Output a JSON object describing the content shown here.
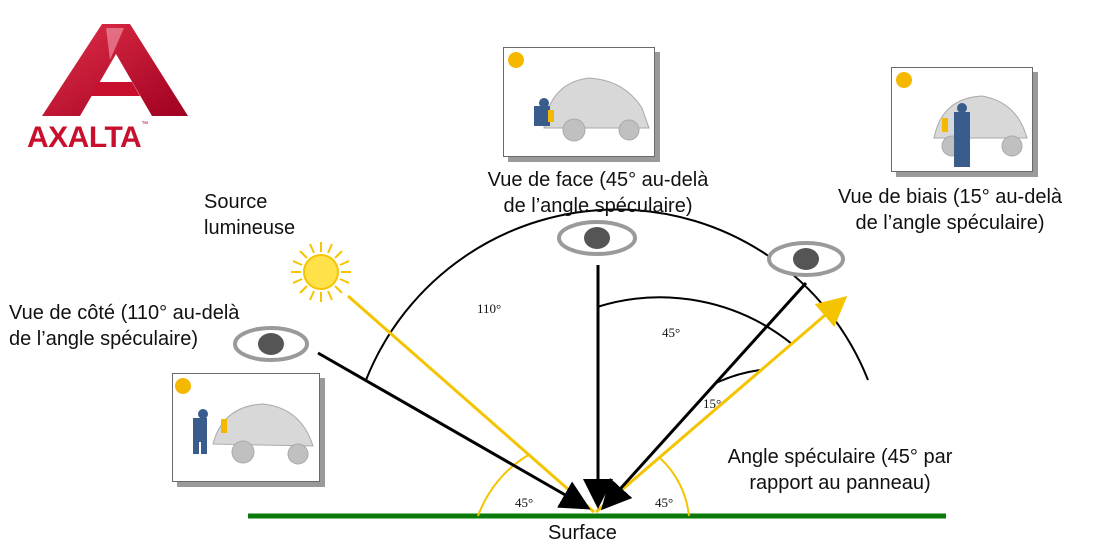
{
  "brand": {
    "name": "AXALTA",
    "tm": "™",
    "color": "#c8102e"
  },
  "labels": {
    "source": [
      "Source",
      "lumineuse"
    ],
    "side": [
      "Vue de côté (110° au-delà",
      "de l’angle spéculaire)"
    ],
    "face": [
      "Vue de face (45° au-delà",
      "de l’angle spéculaire)"
    ],
    "biais": [
      "Vue de biais (15° au-delà",
      "de l’angle spéculaire)"
    ],
    "specular": [
      "Angle spéculaire (45° par",
      "rapport au panneau)"
    ],
    "surface": "Surface"
  },
  "angles": {
    "a110": "110°",
    "a45_top": "45°",
    "a15": "15°",
    "a45_left": "45°",
    "a45_right": "45°"
  },
  "colors": {
    "light": "#f5c400",
    "surface": "#0a7a0a",
    "view": "#000000"
  },
  "icons": [
    "sun-icon",
    "eye-icon",
    "car-photo"
  ]
}
